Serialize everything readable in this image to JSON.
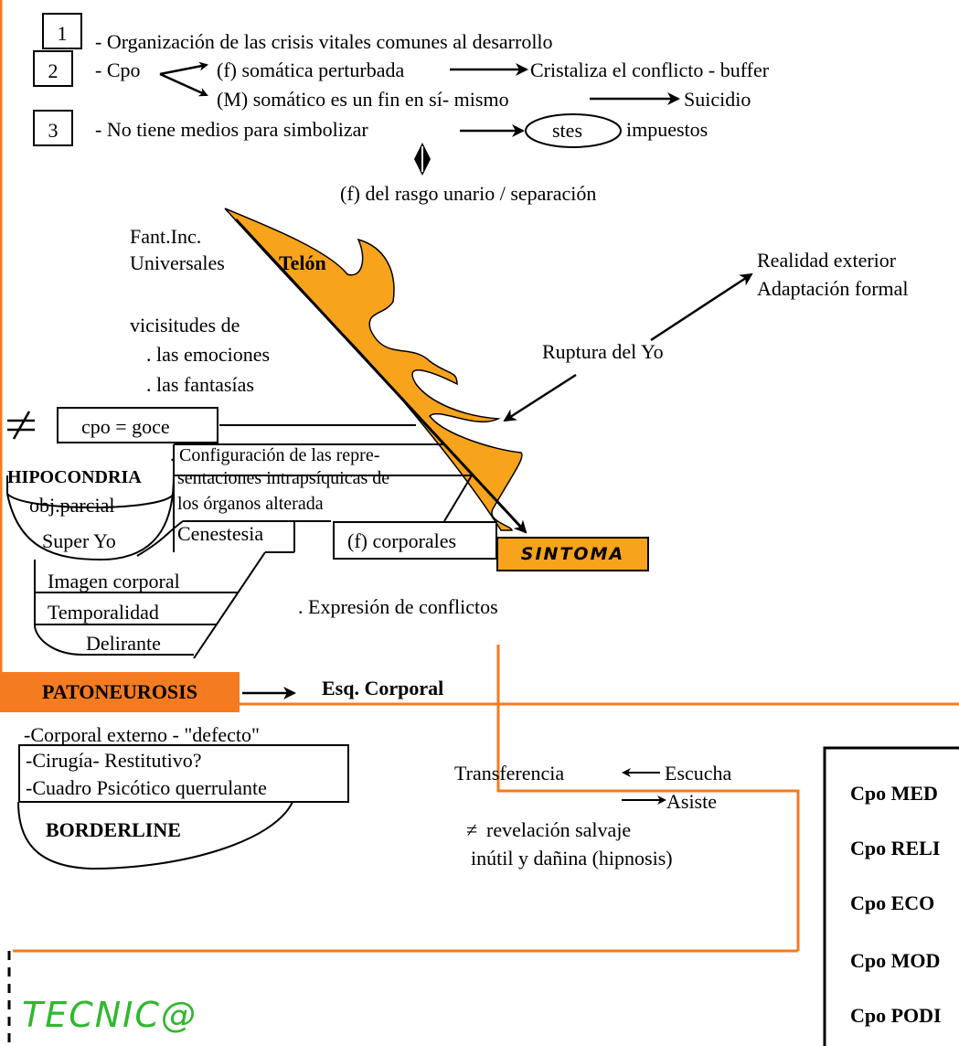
{
  "colors": {
    "orange": "#F47B20",
    "sintoma_fill": "#F7A31C",
    "telon_fill": "#F7A31C",
    "tecnic_green": "#2FB82F"
  },
  "numbered": [
    {
      "num": "1",
      "text": "- Organización de las crisis vitales comunes al desarrollo"
    },
    {
      "num": "2",
      "text": "- Cpo",
      "branch_a": "(f) somática perturbada",
      "result_a": "Cristaliza el conflicto - buffer",
      "branch_b": "(M) somático es un fin en sí- mismo",
      "result_b": "Suicidio"
    },
    {
      "num": "3",
      "text": "- No tiene medios para simbolizar",
      "circled": "stes",
      "after": "impuestos"
    }
  ],
  "rasgo": "(f) del rasgo unario / separación",
  "fant_inc": [
    "Fant.Inc.",
    "Universales"
  ],
  "telon": "Telón",
  "realidad": [
    "Realidad exterior",
    "Adaptación formal"
  ],
  "vicisitudes": [
    "vicisitudes de",
    ". las emociones",
    ". las fantasías"
  ],
  "ruptura": "Ruptura del Yo",
  "neq_symbol": "≠",
  "cpo_goce": "cpo = goce",
  "configuracion": [
    ". Configuración de las repre-",
    "sentaciones intrapsíquicas de",
    "los órganos alterada"
  ],
  "hipocondria": {
    "title": "HIPOCONDRIA",
    "layers": [
      "obj.parcial",
      "Super Yo",
      "Imagen corporal",
      "Temporalidad",
      "Delirante"
    ]
  },
  "cenestesia": "Cenestesia",
  "f_corporales": "(f) corporales",
  "sintoma": "SINTOMA",
  "expresion": ". Expresión de conflictos",
  "patoneurosis": "PATONEUROSIS",
  "esq_corporal": "Esq. Corporal",
  "corporal_externo": "-Corporal externo - \"defecto\"",
  "borderline_box": [
    "-Cirugía- Restitutivo?",
    "-Cuadro Psicótico querrulante"
  ],
  "borderline": "BORDERLINE",
  "transferencia": "Transferencia",
  "escucha": "Escucha",
  "asiste": "Asiste",
  "neq_small": "≠",
  "revelacion": [
    "revelación salvaje",
    "inútil y dañina (hipnosis)"
  ],
  "cpo_list": [
    "Cpo MED",
    "Cpo RELI",
    "Cpo ECO",
    "Cpo MOD",
    "Cpo PODI"
  ],
  "tecnic": "TECNIC@"
}
